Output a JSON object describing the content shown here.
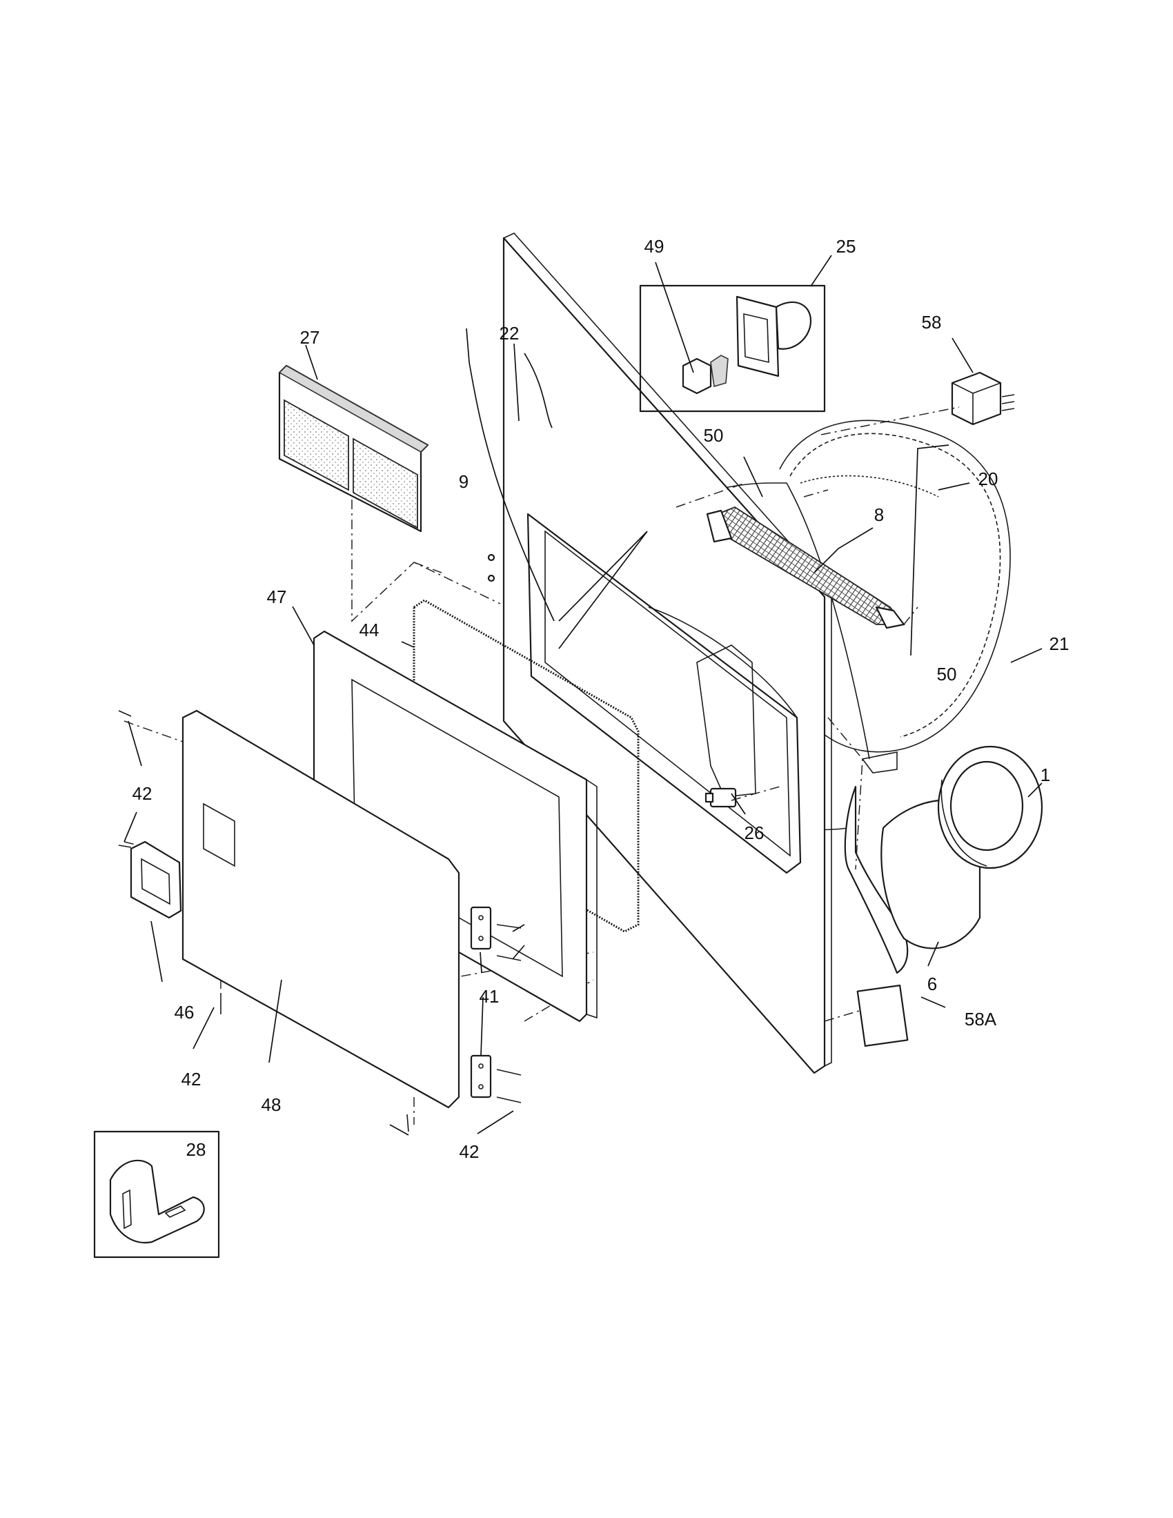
{
  "labels": {
    "p1": "1",
    "p6": "6",
    "p8": "8",
    "p9": "9",
    "p20": "20",
    "p21": "21",
    "p22": "22",
    "p25": "25",
    "p26": "26",
    "p27": "27",
    "p28": "28",
    "p41": "41",
    "p42a": "42",
    "p42b": "42",
    "p42c": "42",
    "p44": "44",
    "p46": "46",
    "p47": "47",
    "p48": "48",
    "p49": "49",
    "p50a": "50",
    "p50b": "50",
    "p58": "58",
    "p58a": "58A"
  }
}
